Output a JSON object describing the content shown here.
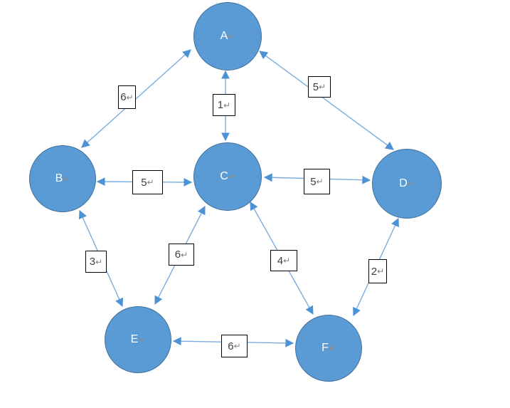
{
  "diagram": {
    "return_mark": "↵",
    "nodes": [
      {
        "id": "A",
        "label": "A"
      },
      {
        "id": "B",
        "label": "B"
      },
      {
        "id": "C",
        "label": "C"
      },
      {
        "id": "D",
        "label": "D"
      },
      {
        "id": "E",
        "label": "E"
      },
      {
        "id": "F",
        "label": "F"
      }
    ],
    "edges": [
      {
        "from": "A",
        "to": "B",
        "weight": "6"
      },
      {
        "from": "A",
        "to": "C",
        "weight": "1"
      },
      {
        "from": "A",
        "to": "D",
        "weight": "5"
      },
      {
        "from": "B",
        "to": "C",
        "weight": "5"
      },
      {
        "from": "C",
        "to": "D",
        "weight": "5"
      },
      {
        "from": "B",
        "to": "E",
        "weight": "3"
      },
      {
        "from": "C",
        "to": "E",
        "weight": "6"
      },
      {
        "from": "C",
        "to": "F",
        "weight": "4"
      },
      {
        "from": "D",
        "to": "F",
        "weight": "2"
      },
      {
        "from": "E",
        "to": "F",
        "weight": "6"
      }
    ],
    "colors": {
      "node_fill": "#5b9bd5",
      "node_border": "#41719c",
      "edge_line": "#7aace0",
      "arrowhead": "#4e92d6",
      "label_box_border": "#000000",
      "label_text": "#3f3f3f",
      "return_mark": "#808080"
    }
  }
}
